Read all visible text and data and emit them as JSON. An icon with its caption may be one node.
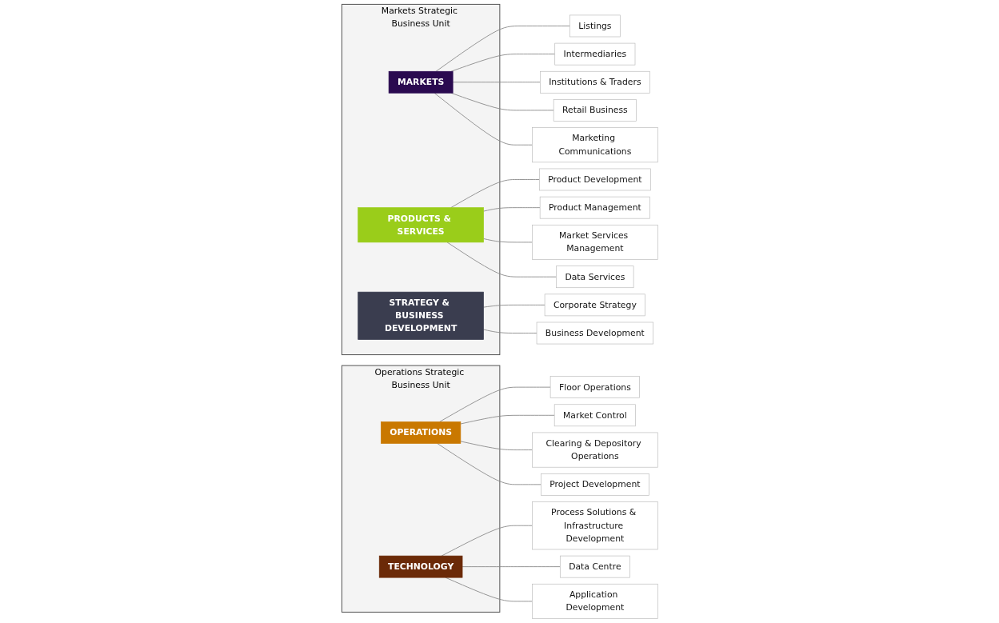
{
  "diagram": {
    "nodes": [
      {
        "text": [
          "Markets Strategic Business Unit"
        ]
      },
      {
        "text": [
          "MARKETS"
        ],
        "in": 0
      },
      {
        "text": [
          "PRODUCTS & SERVICES"
        ],
        "in": 0
      },
      {
        "text": [
          "STRATEGY & BUSINESS DEVELOPMENT"
        ],
        "in": 0
      },
      {
        "text": [
          "Operations Strategic Business Unit"
        ]
      },
      {
        "text": [
          "OPERATIONS"
        ],
        "in": 4
      },
      {
        "text": [
          "TECHNOLOGY"
        ],
        "in": 4
      },
      {
        "text": [
          "Listings"
        ]
      },
      {
        "text": [
          "Intermediaries"
        ]
      },
      {
        "text": [
          "Institutions & Traders"
        ]
      },
      {
        "text": [
          "Retail Business"
        ]
      },
      {
        "text": [
          "Marketing Communications"
        ]
      },
      {
        "text": [
          "Product Development"
        ]
      },
      {
        "text": [
          "Product Management"
        ]
      },
      {
        "text": [
          "Market Services Management"
        ]
      },
      {
        "text": [
          "Data Services"
        ]
      },
      {
        "text": [
          "Corporate Strategy"
        ]
      },
      {
        "text": [
          "Business Development"
        ]
      },
      {
        "text": [
          "Floor Operations"
        ]
      },
      {
        "text": [
          "Market Control"
        ]
      },
      {
        "text": [
          "Clearing & Depository Operations"
        ]
      },
      {
        "text": [
          "Project Development"
        ]
      },
      {
        "text": [
          "Process Solutions & Infrastructure Development"
        ]
      },
      {
        "text": [
          "Data Centre"
        ]
      },
      {
        "text": [
          "Application Development"
        ]
      }
    ],
    "edges": [
      {
        "from": 1,
        "to": 7,
        "arrow": "none"
      },
      {
        "from": 1,
        "to": 8,
        "arrow": "none"
      },
      {
        "from": 1,
        "to": 9,
        "arrow": "none"
      },
      {
        "from": 1,
        "to": 10,
        "arrow": "none"
      },
      {
        "from": 1,
        "to": 11,
        "arrow": "none"
      },
      {
        "from": 2,
        "to": 12,
        "arrow": "none"
      },
      {
        "from": 2,
        "to": 13,
        "arrow": "none"
      },
      {
        "from": 2,
        "to": 14,
        "arrow": "none"
      },
      {
        "from": 2,
        "to": 15,
        "arrow": "none"
      },
      {
        "from": 3,
        "to": 16,
        "arrow": "none"
      },
      {
        "from": 3,
        "to": 17,
        "arrow": "none"
      },
      {
        "from": 5,
        "to": 18,
        "arrow": "none"
      },
      {
        "from": 5,
        "to": 19,
        "arrow": "none"
      },
      {
        "from": 5,
        "to": 20,
        "arrow": "none"
      },
      {
        "from": 5,
        "to": 21,
        "arrow": "none"
      },
      {
        "from": 6,
        "to": 22,
        "arrow": "none"
      },
      {
        "from": 6,
        "to": 23,
        "arrow": "none"
      },
      {
        "from": 6,
        "to": 24,
        "arrow": "none"
      }
    ]
  }
}
